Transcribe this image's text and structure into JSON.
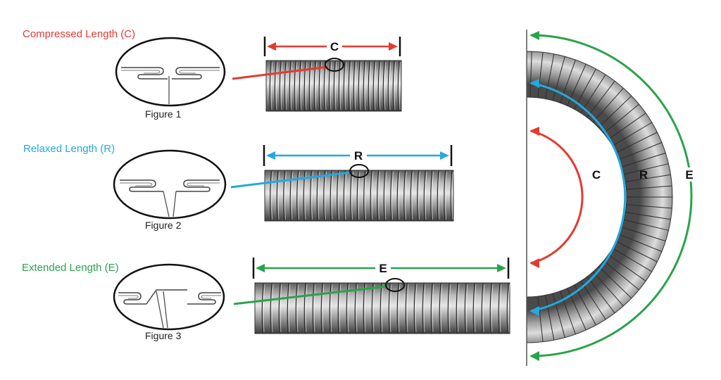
{
  "rows": [
    {
      "heading": "Compressed Length (C)",
      "caption": "Figure 1",
      "dim_label": "C",
      "color": "#e53a2f",
      "state": "compressed"
    },
    {
      "heading": "Relaxed Length (R)",
      "caption": "Figure 2",
      "dim_label": "R",
      "color": "#23a9de",
      "state": "relaxed"
    },
    {
      "heading": "Extended Length (E)",
      "caption": "Figure 3",
      "dim_label": "E",
      "color": "#2aa34a",
      "state": "extended"
    }
  ],
  "bend": {
    "labels": [
      "C",
      "R",
      "E"
    ]
  },
  "colors": {
    "compressed": "#e53a2f",
    "relaxed": "#23a9de",
    "extended": "#2aa34a",
    "hose_light": "#d9d9d9",
    "hose_dark": "#3b3b3b"
  }
}
